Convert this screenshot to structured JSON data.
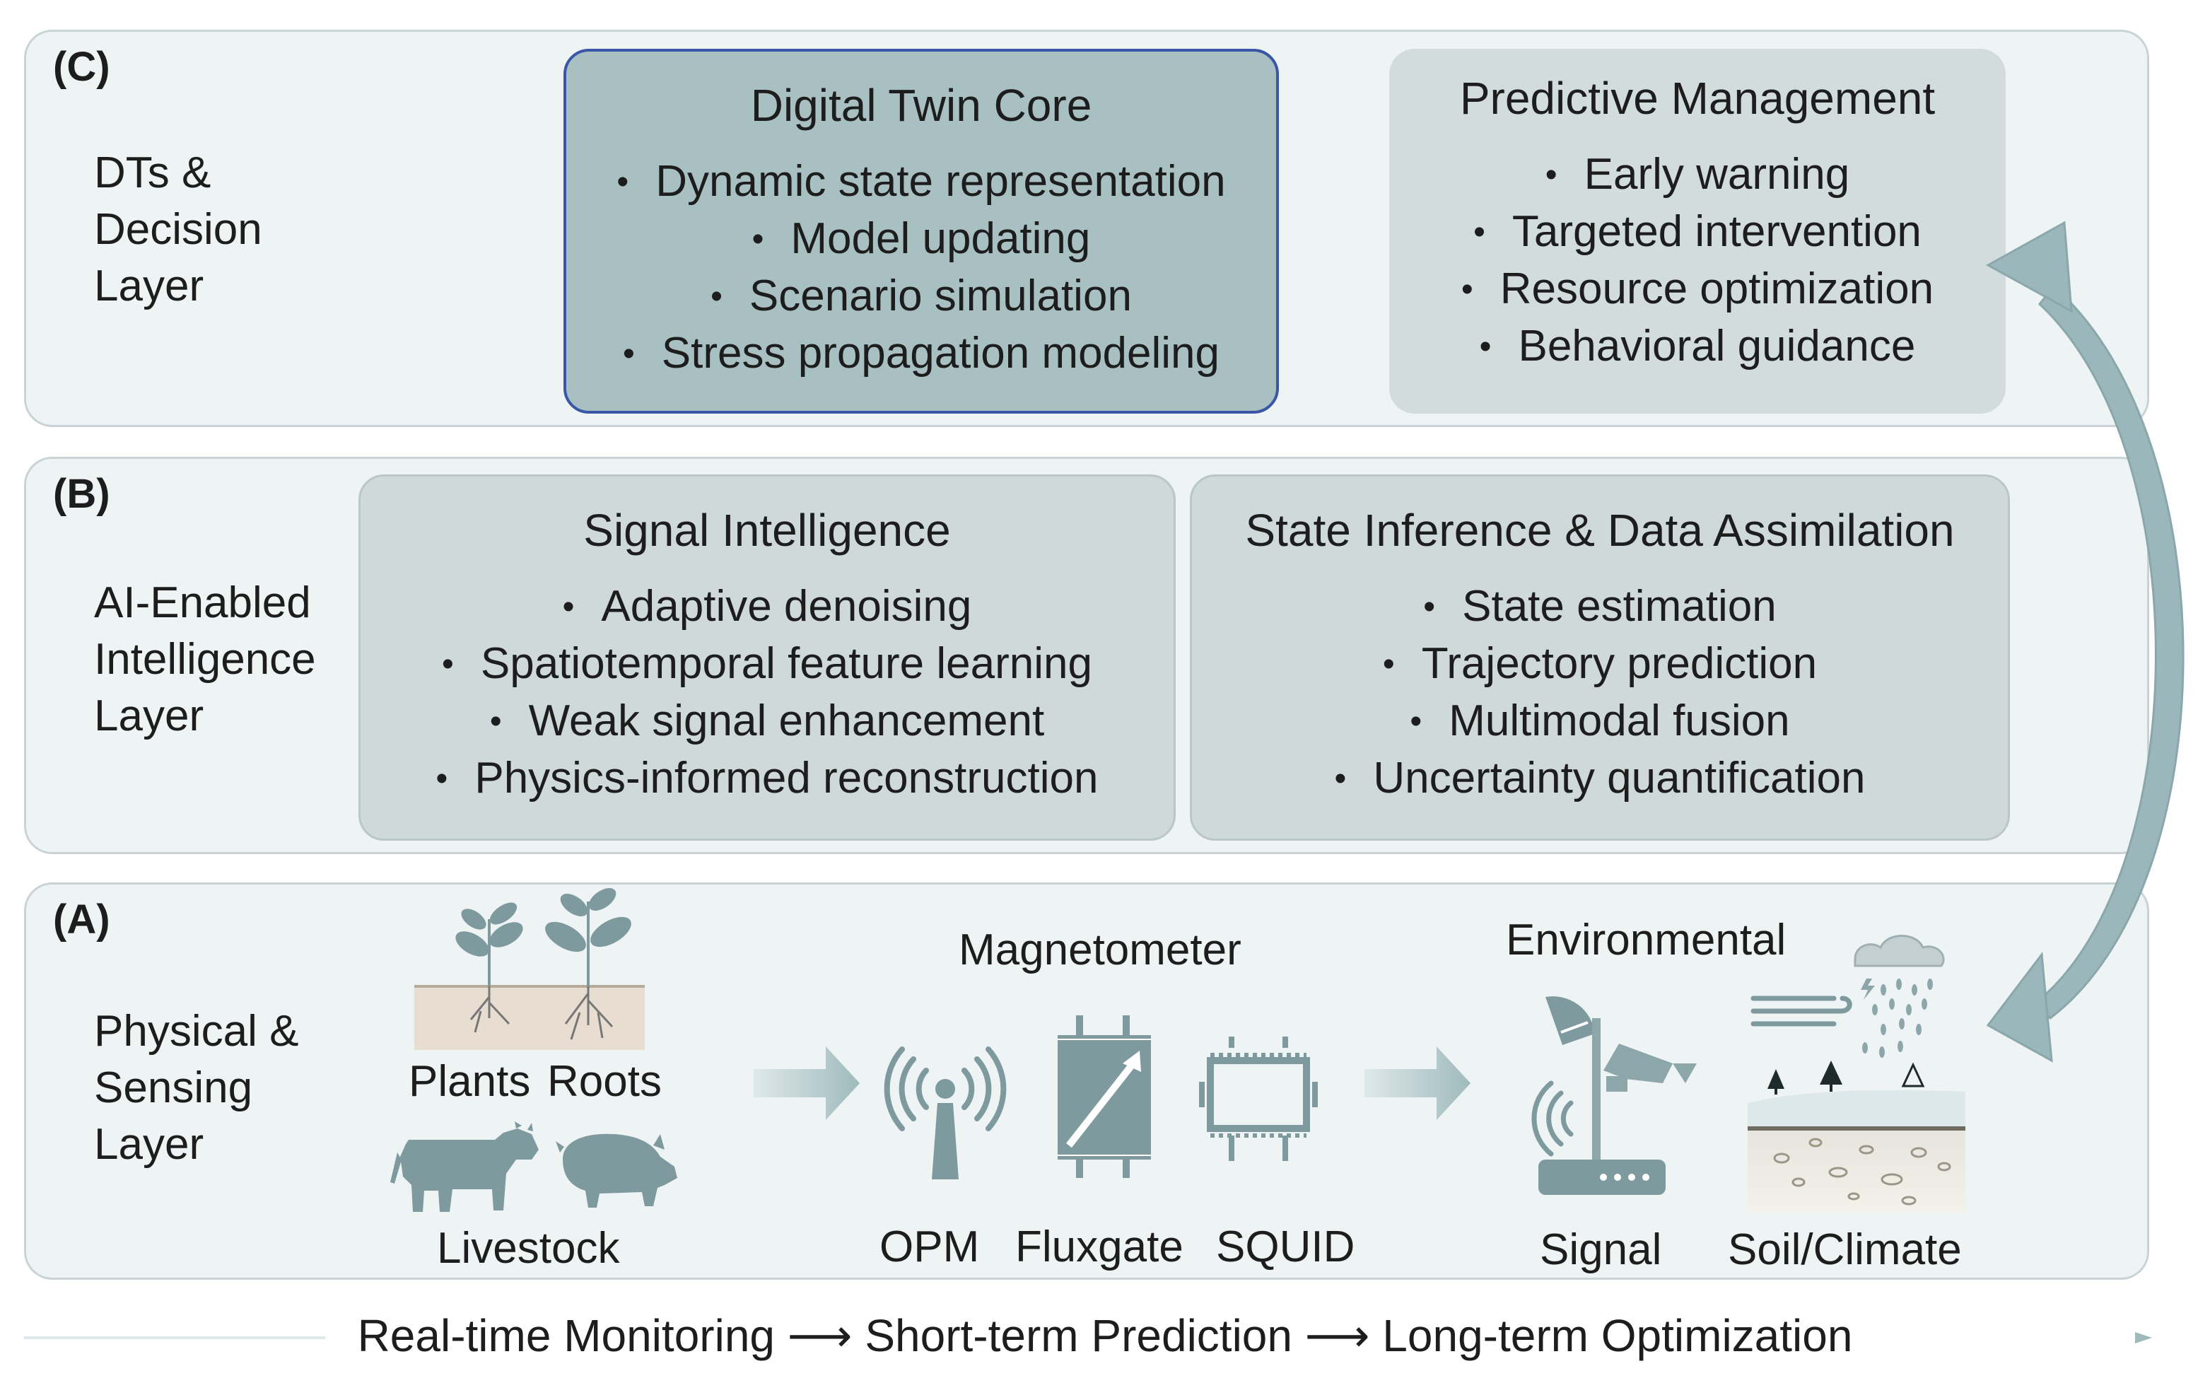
{
  "layers": {
    "c": {
      "tag": "(C)",
      "name": [
        "DTs &",
        "Decision",
        "Layer"
      ],
      "core": {
        "title": "Digital Twin Core",
        "items": [
          "Dynamic state representation",
          "Model updating",
          "Scenario simulation",
          "Stress propagation modeling"
        ]
      },
      "predictive": {
        "title": "Predictive Management",
        "items": [
          "Early warning",
          "Targeted intervention",
          "Resource optimization",
          "Behavioral guidance"
        ]
      }
    },
    "b": {
      "tag": "(B)",
      "name": [
        "AI-Enabled",
        "Intelligence",
        "Layer"
      ],
      "signal": {
        "title": "Signal Intelligence",
        "items": [
          "Adaptive denoising",
          "Spatiotemporal feature learning",
          "Weak signal enhancement",
          "Physics-informed reconstruction"
        ]
      },
      "state": {
        "title": "State Inference & Data Assimilation",
        "items": [
          "State estimation",
          "Trajectory prediction",
          "Multimodal fusion",
          "Uncertainty quantification"
        ]
      }
    },
    "a": {
      "tag": "(A)",
      "name": [
        "Physical &",
        "Sensing",
        "Layer"
      ],
      "plants": "Plants",
      "roots": "Roots",
      "livestock": "Livestock",
      "magnetometer": "Magnetometer",
      "opm": "OPM",
      "fluxgate": "Fluxgate",
      "squid": "SQUID",
      "environmental": "Environmental",
      "signal": "Signal",
      "soil_climate": "Soil/Climate"
    }
  },
  "timeline": "Real-time Monitoring ⟶ Short-term Prediction ⟶ Long-term Optimization",
  "colors": {
    "layer_bg": "#eef3f4",
    "core_bg": "#a8c0c2",
    "core_border": "#3a56a6",
    "box_bg": "#cfd9da",
    "icon": "#6e8c90",
    "arrow": "#8fadb2"
  }
}
